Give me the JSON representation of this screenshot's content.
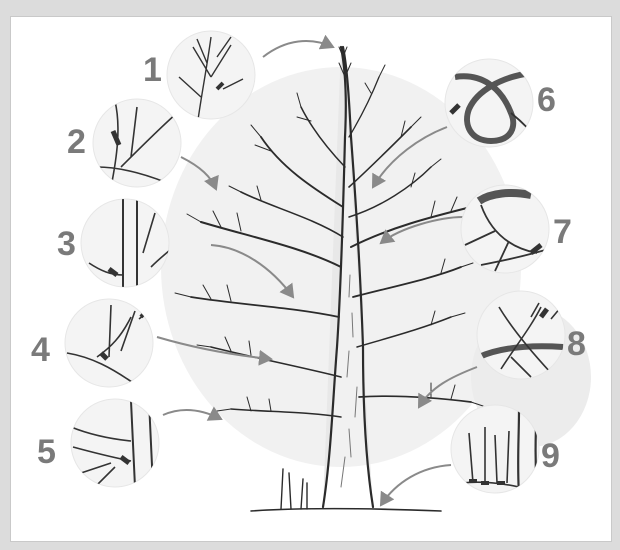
{
  "image": {
    "description_numbers": [
      "1",
      "2",
      "3",
      "4",
      "5",
      "6",
      "7",
      "8",
      "9"
    ]
  },
  "colors": {
    "page_border": "#dcdcdc",
    "ink": "#2b2b2b",
    "arrow": "#8a8a8a",
    "number": "#7a7a7a",
    "wash": "#e9e9e9"
  },
  "icons": {
    "detail_insets": "circle-inset",
    "pointer": "curved-arrow"
  }
}
